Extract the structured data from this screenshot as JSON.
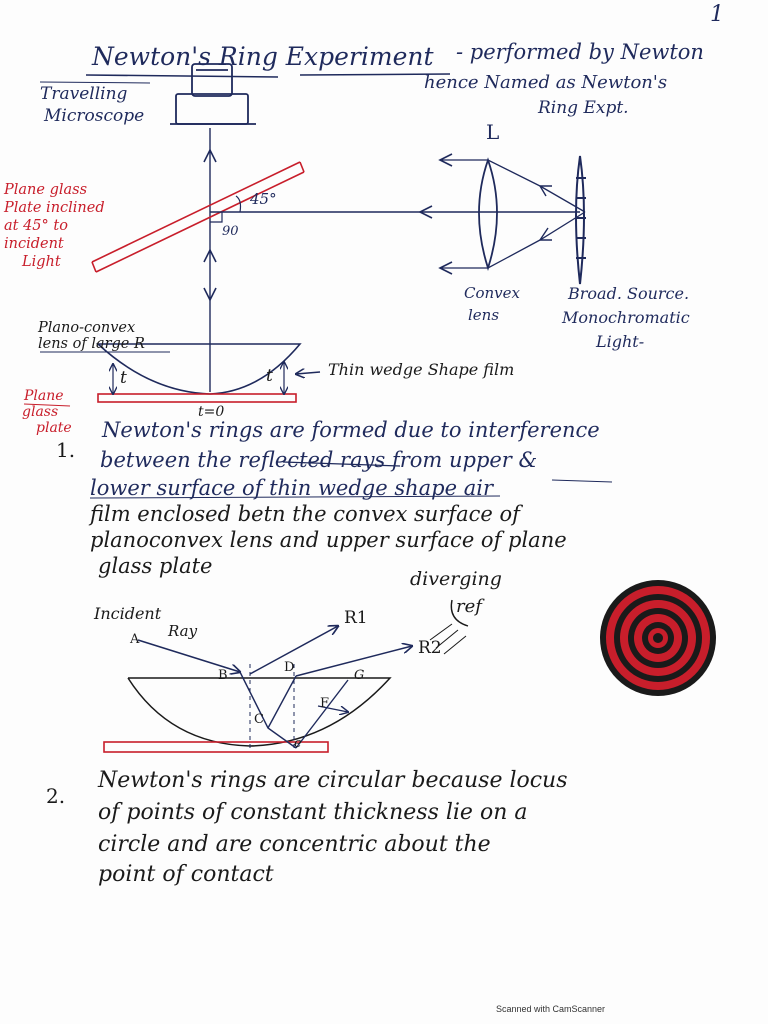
{
  "page_number": "1",
  "title": "Newton's Ring Experiment",
  "subtitle_line1": "- performed by Newton",
  "subtitle_line2": "hence Named as Newton's",
  "subtitle_line3": "Ring Expt.",
  "labels": {
    "microscope_1": "Travelling",
    "microscope_2": "Microscope",
    "plate_1": "Plane glass",
    "plate_2": "Plate inclined",
    "plate_3": "at 45° to",
    "plate_4": "incident",
    "plate_5": "Light",
    "angle_45": "45°",
    "angle_90": "90",
    "lens_letter": "L",
    "convex_1": "Convex",
    "convex_2": "lens",
    "source_1": "Broad. Source.",
    "source_2": "Monochromatic",
    "source_3": "Light-",
    "planoconvex_1": "Plano-convex",
    "planoconvex_2": "lens of large R",
    "thin_film": "Thin wedge Shape film",
    "t_left": "t",
    "t_right": "t",
    "t_zero": "t=0",
    "glass_plate_1": "Plane",
    "glass_plate_2": "glass",
    "glass_plate_3": "plate"
  },
  "points": [
    {
      "num": "1.",
      "lines": [
        "Newton's rings are formed due to interference",
        "between the reflected rays from upper &",
        "lower surface of thin wedge shape air",
        "film enclosed betn the convex surface of",
        "planoconvex lens and upper surface of plane",
        "glass plate"
      ]
    },
    {
      "num": "2.",
      "lines": [
        "Newton's rings are circular because locus",
        "of points of constant thickness lie on a",
        "circle and are concentric about the",
        "point of contact"
      ]
    }
  ],
  "ray_diagram": {
    "incident_1": "Incident",
    "incident_2": "Ray",
    "diverging_1": "diverging",
    "diverging_2": "ref",
    "pt_A": "A",
    "pt_B": "B",
    "pt_C": "C",
    "pt_D": "D",
    "pt_E": "e",
    "pt_F": "F",
    "pt_G": "G",
    "r1": "R1",
    "r2": "R2"
  },
  "footer": "Scanned with CamScanner",
  "colors": {
    "ink": "#1f2a5c",
    "red": "#c81e2b",
    "black": "#1a1a1a"
  }
}
